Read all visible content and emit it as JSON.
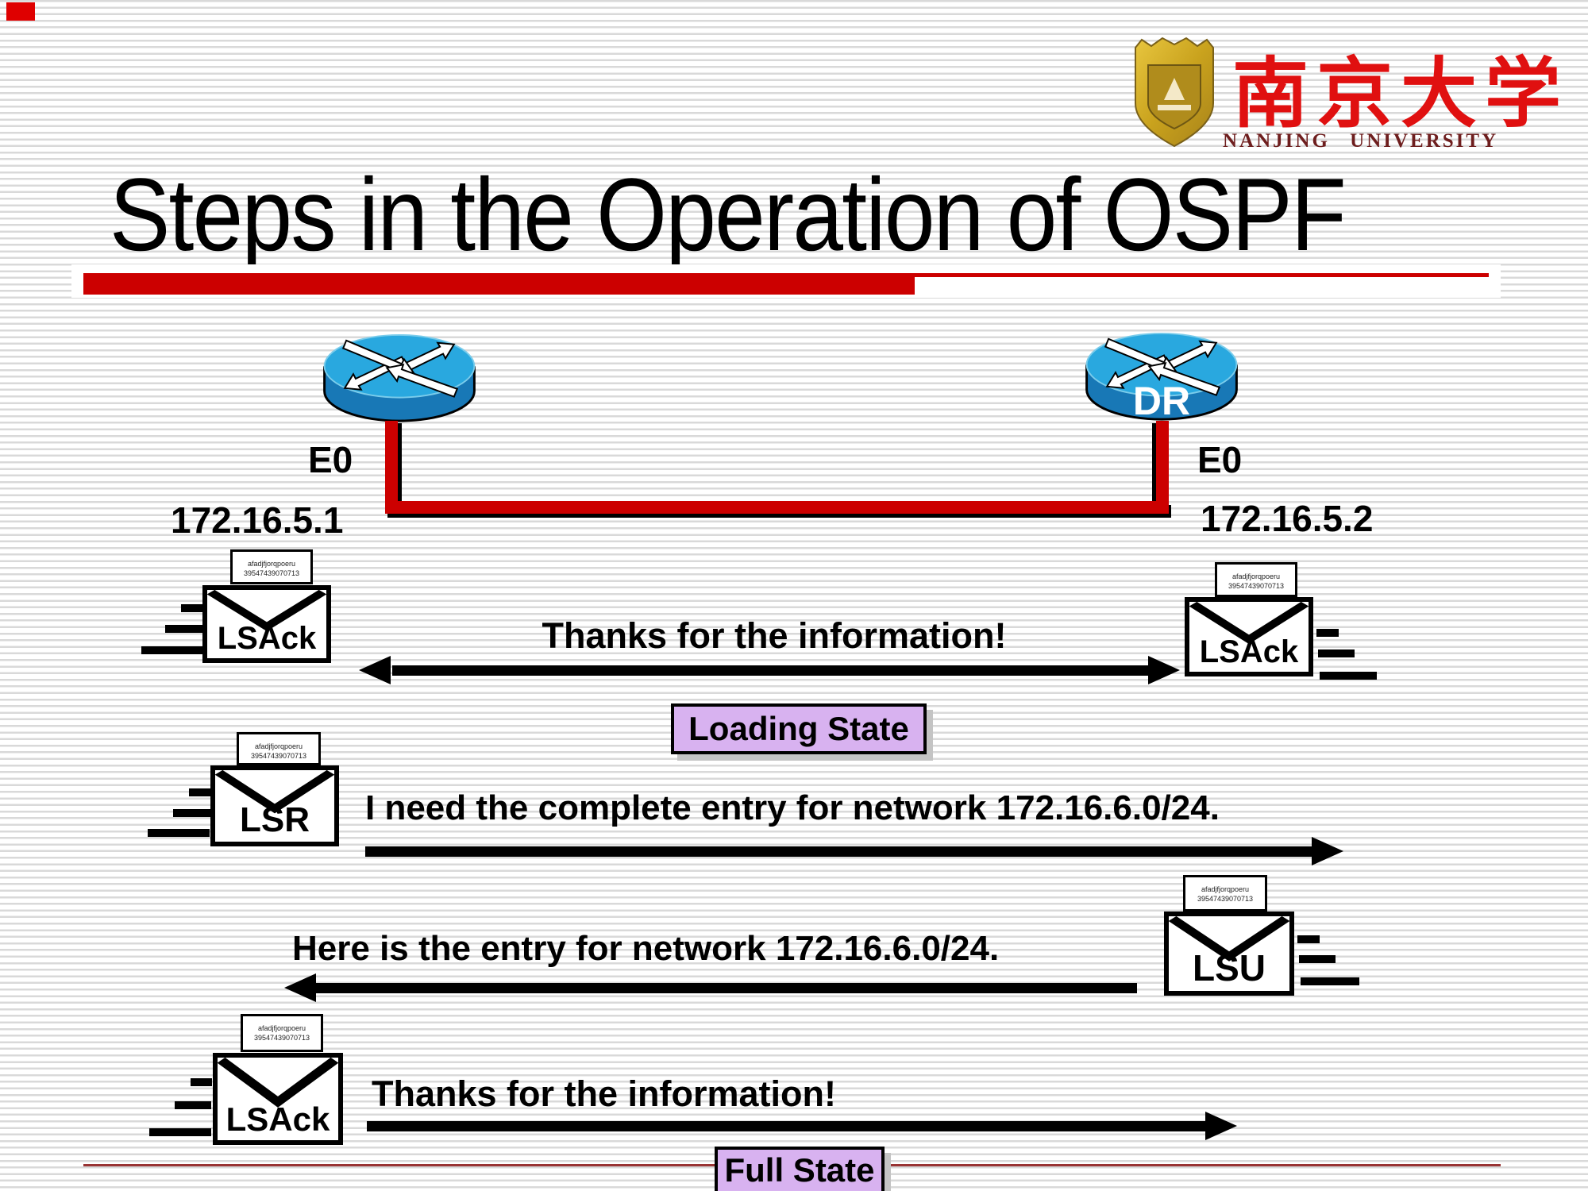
{
  "logo": {
    "chinese": "南京大学",
    "english": "NANJING UNIVERSITY"
  },
  "title": "Steps in the Operation of OSPF",
  "topology": {
    "left_router": {
      "interface": "E0",
      "ip": "172.16.5.1"
    },
    "right_router": {
      "label": "DR",
      "interface": "E0",
      "ip": "172.16.5.2"
    }
  },
  "packets": {
    "ack_left": {
      "label": "LSAck"
    },
    "ack_right": {
      "label": "LSAck"
    },
    "lsr": {
      "label": "LSR"
    },
    "lsu": {
      "label": "LSU"
    },
    "ack_final": {
      "label": "LSAck"
    }
  },
  "messages": {
    "thanks_exchange": "Thanks for the information!",
    "lsr_request": "I need the complete entry for network 172.16.6.0/24.",
    "lsu_reply": "Here is the entry for network 172.16.6.0/24.",
    "thanks_final": "Thanks for the information!"
  },
  "states": {
    "loading": "Loading State",
    "full": "Full State"
  },
  "note_text": {
    "line1": "afadjfjorqpoeru",
    "line2": "39547439070713"
  },
  "colors": {
    "accent_red": "#cc0000",
    "state_box_purple": "#d8b2f0",
    "router_top_blue": "#29a8df",
    "router_side_blue": "#1878b6",
    "footer_line_maroon": "#993333",
    "logo_red": "#e01010",
    "logo_english_maroon": "#6e1e1e"
  }
}
